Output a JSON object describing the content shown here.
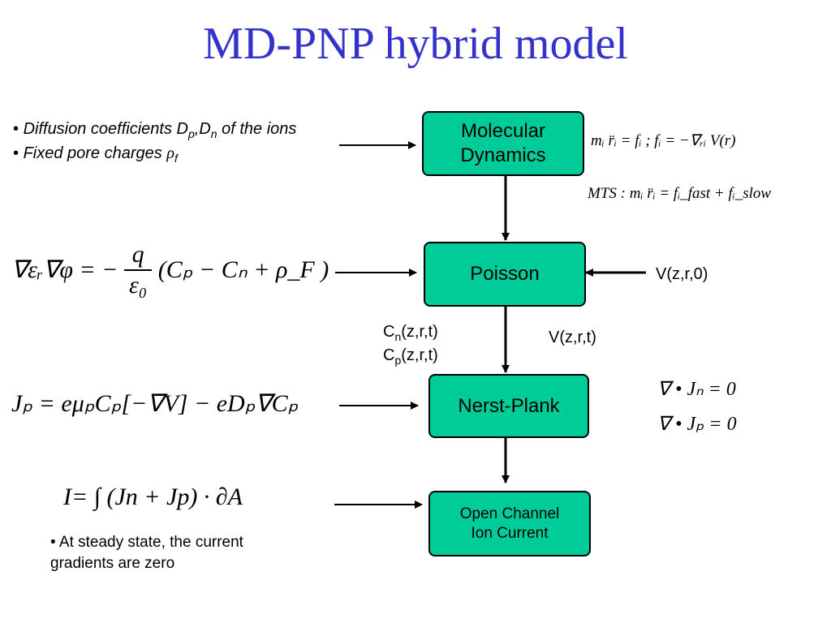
{
  "title": "MD-PNP hybrid model",
  "boxes": {
    "md_line1": "Molecular",
    "md_line2": "Dynamics",
    "poisson": "Poisson",
    "nerst": "Nerst-Plank",
    "open_line1": "Open Channel",
    "open_line2": "Ion Current"
  },
  "md_inputs": {
    "diffusion_a": "Diffusion coefficients D",
    "diffusion_sub1": "p",
    "diffusion_b": ",D",
    "diffusion_sub2": "n",
    "diffusion_c": " of the ions",
    "fixed_a": "Fixed pore charges ",
    "fixed_rho": "ρ",
    "fixed_sub": "f"
  },
  "labels": {
    "v_zr0": "V(z,r,0)",
    "v_zrt": "V(z,r,t)",
    "cn": "C",
    "cn_sub": "n",
    "cn_tail": "(z,r,t)",
    "cp": "C",
    "cp_sub": "p",
    "cp_tail": "(z,r,t)",
    "steady_line1": "At  steady  state,  the  current",
    "steady_line2": "gradients are zero"
  },
  "equations": {
    "md_eq1": "mᵢ r̈ᵢ = fᵢ   ; fᵢ = −∇ᵣᵢ V(r)",
    "md_eq2": "MTS :  mᵢ r̈ᵢ = fᵢ_fast + fᵢ_slow",
    "poisson_lhs": "∇εᵣ∇φ = −",
    "poisson_num": "q",
    "poisson_den": "ε₀",
    "poisson_rhs": "(Cₚ − Cₙ + ρ_F )",
    "jp_eq": "Jₚ = eμₚCₚ[−∇V] − eDₚ∇Cₚ",
    "div_jn": "∇ • Jₙ = 0",
    "div_jp": "∇ • Jₚ = 0",
    "current_eq": "I= ∫ (Jn + Jp) · ∂A"
  }
}
